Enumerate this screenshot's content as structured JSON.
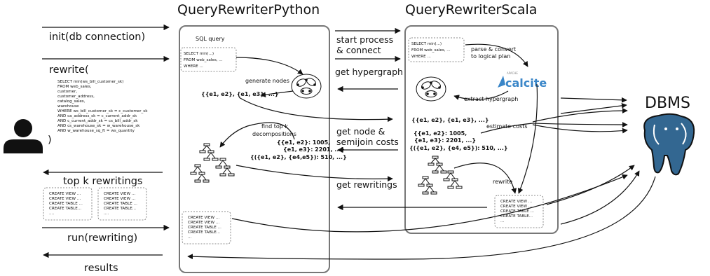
{
  "titles": {
    "python": "QueryRewriterPython",
    "scala": "QueryRewriterScala",
    "dbms": "DBMS"
  },
  "left": {
    "init": "init(db connection)",
    "rewrite": "rewrite(",
    "rewrite_close": ")",
    "topk": "top k rewritings",
    "run": "run(rewriting)",
    "results": "results",
    "query_lines": [
      "SELECT min(ws_bill_customer_sk)",
      "FROM   web_sales,",
      "          customer,",
      "          customer_address,",
      "          catalog_sales,",
      "          warehouse",
      "WHERE  ws_bill_customer_sk = c_customer_sk",
      "     AND ca_address_sk = c_current_addr_sk",
      "     AND c_current_addr_sk = cs_bill_addr_sk",
      "     AND cs_warehouse_sk = w_warehouse_sk",
      "     AND w_warehouse_sq_ft = ws_quantity"
    ]
  },
  "view_lines": [
    "CREATE VIEW ...",
    "CREATE VIEW ...",
    "CREATE TABLE ...",
    "CREATE TABLE...",
    "...."
  ],
  "view_lines_short": [
    "CREATE VIEW ...",
    "CREATE VIEW ...",
    "CREATE TABLE ...",
    "CREATE TABLE...",
    "..."
  ],
  "python": {
    "sql_query_label": "SQL query",
    "sql_lines": [
      "SELECT min(...)",
      "FROM   web_sales, ...",
      "WHERE ..."
    ],
    "generate_nodes": "generate nodes",
    "edges": "{{e1, e2}, {e1, e3}, ...}",
    "find_topk": [
      "find top k",
      "decompositions"
    ],
    "costs": [
      "{{e1, e2}: 1005,",
      "{e1, e3}: 2201, ...}",
      "{({e1, e2}, {e4,e5}): 510, ...}"
    ]
  },
  "middle": {
    "start": [
      "start process",
      "& connect"
    ],
    "hypergraph": "get hypergraph",
    "node_costs": [
      "get node &",
      "semijoin costs"
    ],
    "rewritings": "get rewritings"
  },
  "scala": {
    "sql_lines": [
      "SELECT min(...)",
      "FROM   web_sales, ...",
      "WHERE ..."
    ],
    "parse": [
      "parse & convert",
      "to logical plan"
    ],
    "apache": "APACHE",
    "calcite": "calcite",
    "extract": "extract hypergraph",
    "edges": "{{e1, e2}, {e1, e3}, ...}",
    "estimate": "estimate costs",
    "costs": [
      "{{e1, e2}: 1005,",
      "{e1, e3}: 2201, ...}",
      "{({e1, e2}, {e4, e5}): 510, ...}"
    ],
    "rewrite": "rewrite"
  }
}
